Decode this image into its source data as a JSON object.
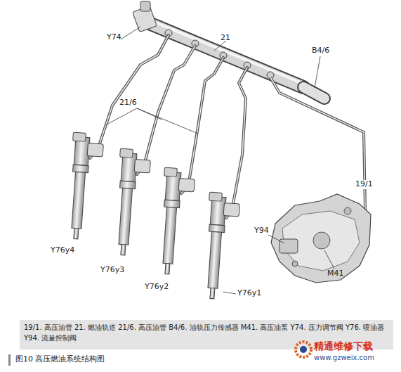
{
  "diagram": {
    "caption": "图10 高压燃油系统结构图",
    "labels": [
      "Y74",
      "21",
      "B4/6",
      "21/6",
      "19/1",
      "Y94",
      "M41",
      "Y76y4",
      "Y76y3",
      "Y76y2",
      "Y76y1",
      "19/1. 高压油管 21. 燃油轨道 21/6. 高压油管 B4/6. 油轨压力传感器 M41. 高压油泵 Y74. 压力调节阀 Y76. 喷油器 Y94. 流量控制阀",
      "精通维修下载",
      "www.gzweix.com"
    ]
  }
}
